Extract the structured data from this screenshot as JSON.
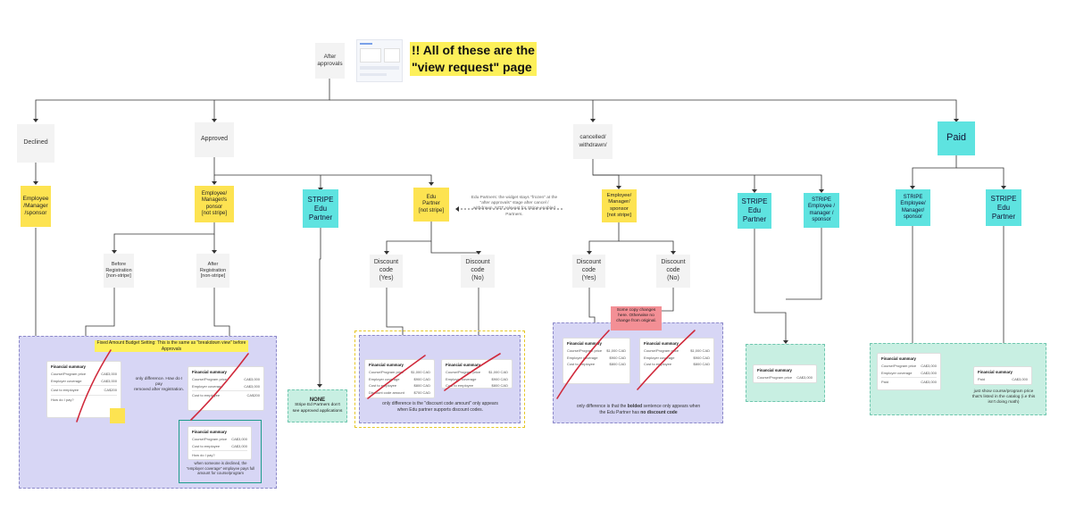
{
  "header": {
    "after_approvals": "After\napprovals",
    "view_request_note": "!! All of these are the\n\"view request\" page"
  },
  "statuses": {
    "declined": "Declined",
    "approved": "Approved",
    "cancelled": "cancelled/\nwithdrawn/",
    "paid": "Paid"
  },
  "declined": {
    "payer": "Employee\n/Manager\n/sponsor"
  },
  "approved": {
    "payer_sponsor": "Employee/\nManager/s\nponsor\n[not stripe]",
    "stripe_partner": "STRIPE\nEdu\nPartner",
    "edu_partner": "Edu\nPartner\n[not stripe]",
    "before_registration": "Before\nRegistration\n[non-stripe]",
    "after_registration": "After\nRegistration\n[non-stripe]",
    "discount_yes": "Discount\ncode\n(Yes)",
    "discount_no": "Discount\ncode\n(No)",
    "fixed_amount_note": "Fixed Amount Budget Setting: This is the same as \"breakdown view\" before Approvals",
    "only_difference_note": "only difference. How do I pay\nremoved after registration.",
    "declined_card_note": "when someone is declined, the\n\"employer coverage\" employee pays full\namount for course/program",
    "none_label": "NONE",
    "none_text": "Stripe Ed Partners don't\nsee approved applications",
    "discount_diff_note": "only difference is the \"discount code amount\" only appears\nwhen Edu partner supports discount codes."
  },
  "cancelled": {
    "frozen_note": "Edu Partners: the widget stays \"frozen\" at the\n\"after approvals\" stage after cancel /\nwithdrawn. NOT relevant for Stripe-enabled\nPartners.",
    "payer_sponsor": "Employee/\nManager/\nsponsor\n[not stripe]",
    "discount_yes": "Discount\ncode\n(Yes)",
    "discount_no": "Discount\ncode\n(No)",
    "stripe_partner": "STRIPE\nEdu\nPartner",
    "stripe_sponsor": "STRIPE\nEmployee /\nmanager /\nsponsor",
    "copy_changes_note": "Some copy changes\nhere. Otherwise no\nchange from original.",
    "bolded_note_prefix": "only difference is that the ",
    "bolded_note_bold": "bolded",
    "bolded_note_mid": " sentence only appears when\nthe Edu Partner has ",
    "bolded_note_bold2": "no discount code"
  },
  "paid": {
    "stripe_sponsor": "STRIPE\nEmployee/\nManager/\nsponsor",
    "stripe_partner": "STRIPE\nEdu\nPartner",
    "price_note": "just show course/program price\nthat's listed in the catalog (i.e this\nisn't doing math)"
  },
  "cards": {
    "title": "Financial summary",
    "course_price": "Course/Program price",
    "employer_coverage": "Employer coverage",
    "cost_to_employee": "Cost to employee",
    "how_do_i_pay": "How do I pay?",
    "discount_code_amount": "Discount code amount",
    "paid": "Paid",
    "val_500": "CA$3,000",
    "val_200": "CA$200",
    "val_cad1": "$1,000 CAD",
    "val_cad2": "$900 CAD",
    "val_cad3": "$800 CAD",
    "val_cad4": "$700 CAD"
  },
  "colors": {
    "yellow_node": "#fde351",
    "cyan_node": "#5ee3e0",
    "purple_region": "#d7d6f5",
    "teal_region": "#c8efe2",
    "cross_red": "#d02a3c",
    "highlight": "#fdf05a",
    "copy_note_pink": "#f38f95",
    "selected_card_border": "#1e9c8c"
  }
}
